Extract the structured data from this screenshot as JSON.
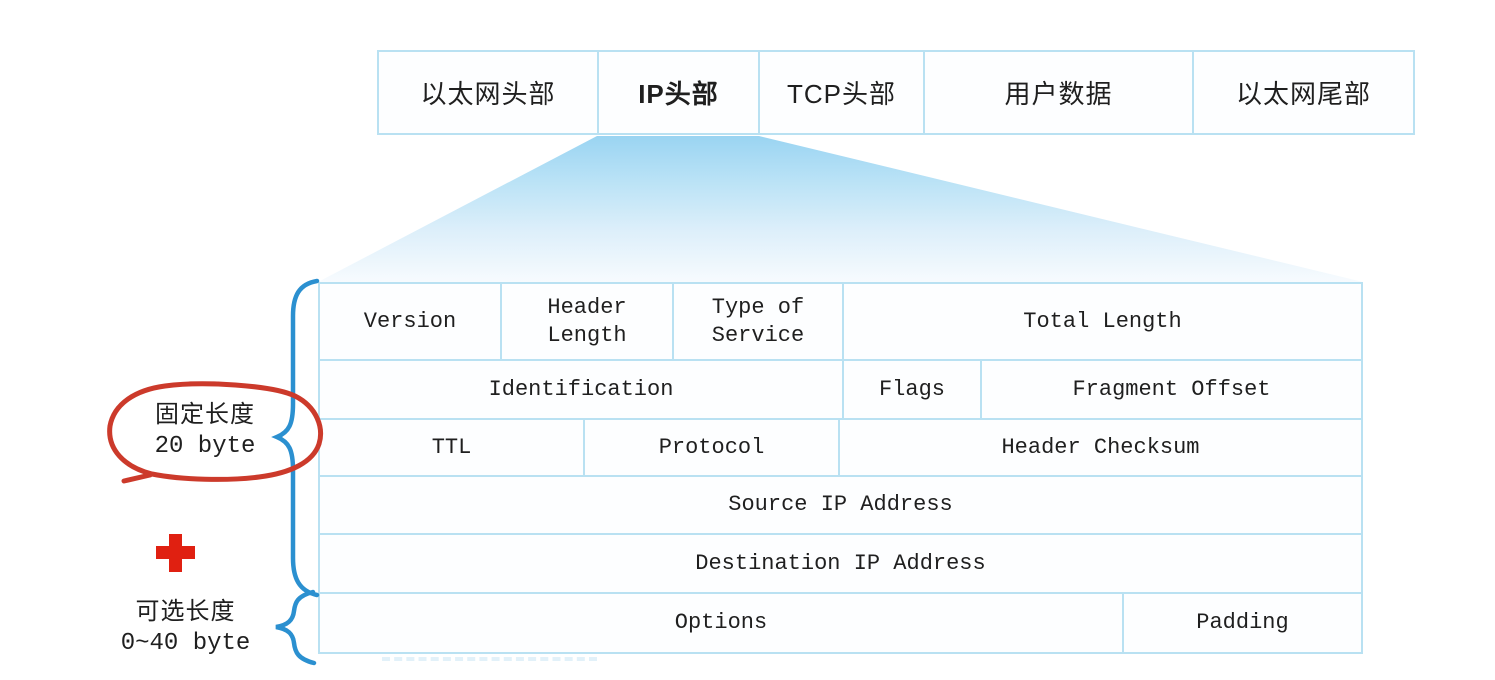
{
  "frame_row": {
    "cells": [
      {
        "label": "以太网头部",
        "bold": false
      },
      {
        "label": "IP头部",
        "bold": true
      },
      {
        "label": "TCP头部",
        "bold": false
      },
      {
        "label": "用户数据",
        "bold": false
      },
      {
        "label": "以太网尾部",
        "bold": false
      }
    ]
  },
  "ip_header": {
    "row1": {
      "version": "Version",
      "header_length": "Header\nLength",
      "type_of_service": "Type of\nService",
      "total_length": "Total Length"
    },
    "row2": {
      "identification": "Identification",
      "flags": "Flags",
      "fragment_offset": "Fragment Offset"
    },
    "row3": {
      "ttl": "TTL",
      "protocol": "Protocol",
      "header_checksum": "Header Checksum"
    },
    "row4": {
      "source": "Source IP Address"
    },
    "row5": {
      "destination": "Destination IP Address"
    },
    "row6": {
      "options": "Options",
      "padding": "Padding"
    }
  },
  "annotations": {
    "fixed_length_line1": "固定长度",
    "fixed_length_line2": "20 byte",
    "optional_length_line1": "可选长度",
    "optional_length_line2": "0~40 byte"
  },
  "icons": {
    "large_brace": "curly-brace-large-icon",
    "small_brace": "curly-brace-small-icon",
    "red_circle": "red-circle-annotation-icon",
    "red_plus": "red-plus-icon"
  },
  "colors": {
    "border": "#b9e1f2",
    "brace": "#2b90d0",
    "red_circle": "#cc3a2b",
    "red_plus": "#e02011",
    "funnel_top": "#9ad4f2",
    "text": "#1f1f1f"
  }
}
